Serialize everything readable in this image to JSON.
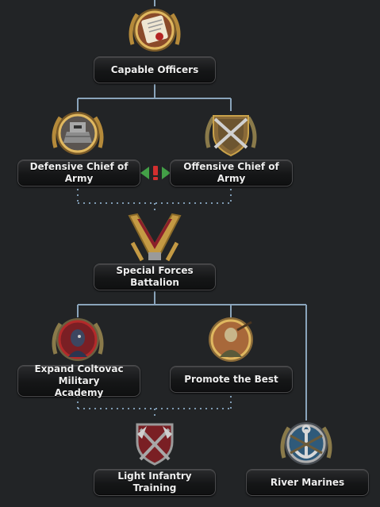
{
  "focuses": {
    "capable_officers": {
      "label": "Capable Officers",
      "icon": "scroll-icon"
    },
    "defensive_chief": {
      "label": "Defensive Chief of Army",
      "icon": "bunker-icon"
    },
    "offensive_chief": {
      "label": "Offensive Chief of Army",
      "icon": "crossed-rifles-shield-icon"
    },
    "special_forces": {
      "label": "Special Forces Battalion",
      "icon": "chevron-badge-icon"
    },
    "expand_academy": {
      "label": "Expand Coltovac Military Academy",
      "icon": "officer-portrait-icon"
    },
    "promote_best": {
      "label": "Promote the Best",
      "icon": "soldier-portrait-icon"
    },
    "light_infantry": {
      "label": "Light Infantry Training",
      "icon": "crossed-axes-icon"
    },
    "river_marines": {
      "label": "River Marines",
      "icon": "anchor-rifles-icon"
    }
  },
  "exclusive": {
    "icon": "mutually-exclusive-icon"
  },
  "colors": {
    "background": "#222426",
    "connector": "#8aa4bb",
    "gold": "#c9a24a",
    "label_text": "#eeeeee"
  }
}
